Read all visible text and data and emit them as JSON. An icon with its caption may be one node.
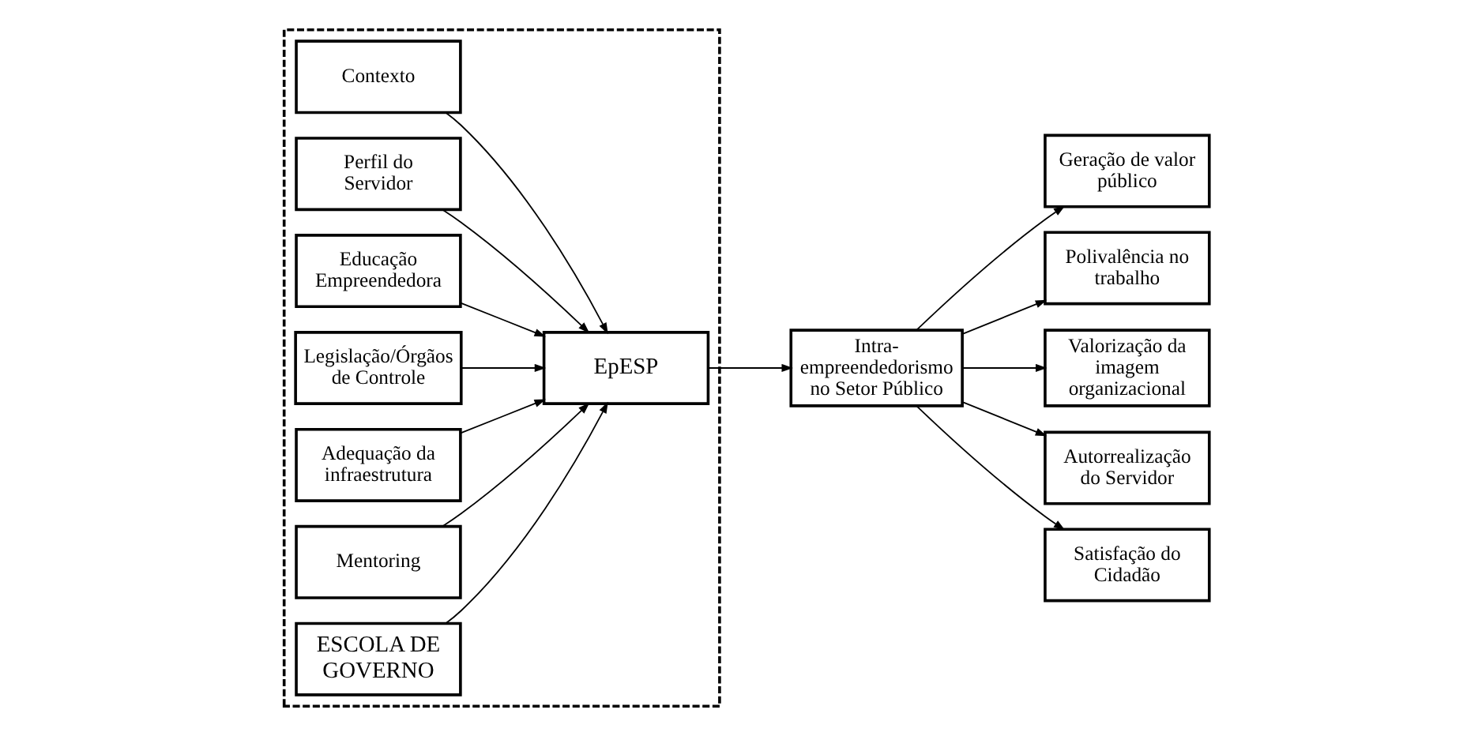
{
  "diagram": {
    "nodes": [
      {
        "text": [],
        "shape": "box"
      },
      {
        "text": [
          "Contexto"
        ],
        "in": 0
      },
      {
        "text": [
          "Perfil do Servidor"
        ],
        "in": 0
      },
      {
        "text": [
          "Educação Empreendedora"
        ],
        "in": 0
      },
      {
        "text": [
          "Legislação/Órgãos de Controle"
        ],
        "in": 0
      },
      {
        "text": [
          "Adequação da infraestrutura"
        ],
        "in": 0
      },
      {
        "text": [
          "Mentoring"
        ],
        "in": 0
      },
      {
        "text": [
          "EpESP"
        ],
        "in": 0
      },
      {
        "text": [
          "ESCOLA DE GOVERNO"
        ],
        "in": 0
      },
      {
        "text": [
          "Intra- empreendedorismo no Setor Público"
        ]
      },
      {
        "text": [
          "Geração de valor público"
        ]
      },
      {
        "text": [
          "Polivalência no trabalho"
        ]
      },
      {
        "text": [
          "Valorização da imagem organizacional"
        ]
      },
      {
        "text": [
          "Autorrealização do Servidor"
        ]
      },
      {
        "text": [
          "Satisfação do Cidadão"
        ]
      }
    ],
    "edges": [
      {
        "from": 1,
        "to": 7,
        "arrow": "to"
      },
      {
        "from": 2,
        "to": 7,
        "arrow": "to"
      },
      {
        "from": 3,
        "to": 7,
        "arrow": "to"
      },
      {
        "from": 4,
        "to": 7,
        "arrow": "to"
      },
      {
        "from": 5,
        "to": 7,
        "arrow": "to"
      },
      {
        "from": 6,
        "to": 7,
        "arrow": "to"
      },
      {
        "from": 8,
        "to": 7,
        "arrow": "to"
      },
      {
        "from": 7,
        "to": 9,
        "arrow": "to"
      },
      {
        "from": 9,
        "to": 10,
        "arrow": "to"
      },
      {
        "from": 9,
        "to": 11,
        "arrow": "to"
      },
      {
        "from": 9,
        "to": 12,
        "arrow": "to"
      },
      {
        "from": 9,
        "to": 13,
        "arrow": "to"
      },
      {
        "from": 9,
        "to": 14,
        "arrow": "to"
      }
    ]
  }
}
